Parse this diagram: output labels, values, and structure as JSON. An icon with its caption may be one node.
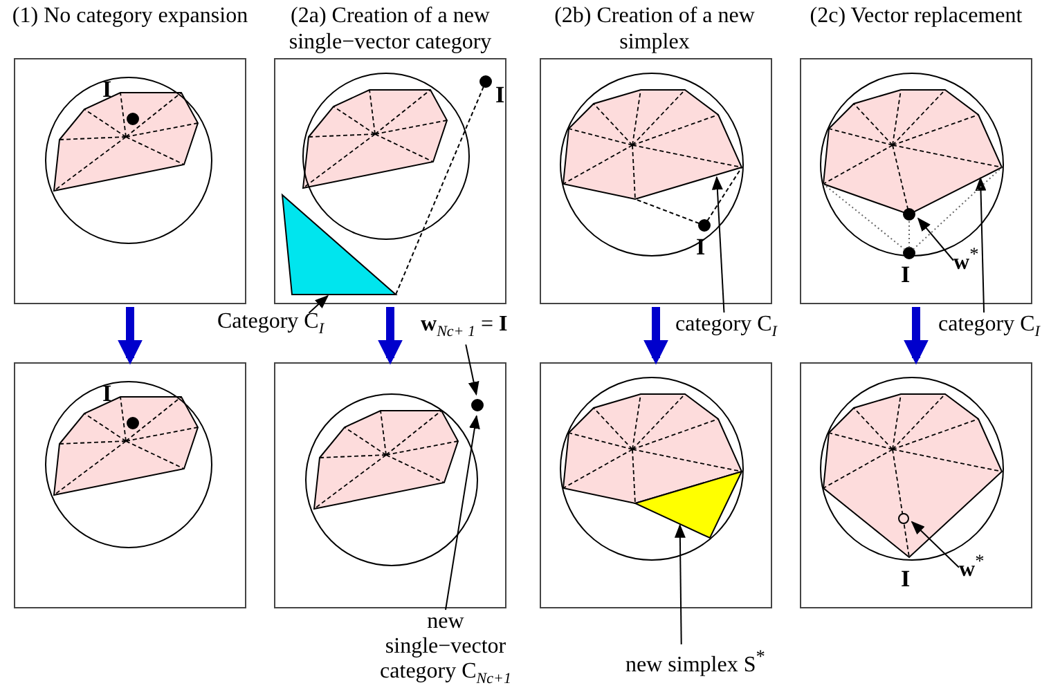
{
  "diagram": {
    "nodes": [
      {
        "text": [],
        "shape": "box"
      },
      {
        "text": [],
        "shape": "box"
      },
      {
        "text": [],
        "shape": "box"
      },
      {
        "text": [],
        "shape": "box"
      },
      {
        "text": [],
        "shape": "box"
      },
      {
        "text": [],
        "shape": "box"
      },
      {
        "text": [],
        "shape": "box"
      },
      {
        "text": [],
        "shape": "box"
      },
      {
        "text": [
          "Category C$_{I}$"
        ]
      },
      {
        "text": [],
        "shape": "triangle",
        "in": 2
      },
      {
        "text": [
          "**w**$_{Nc+ 1}$ = **I**"
        ]
      },
      {
        "text": [],
        "shape": "circle",
        "in": 3
      },
      {
        "text": [
          "new single−vector category C$_{Nc+1}$"
        ]
      },
      {
        "text": [
          "category C$_{I}$"
        ]
      },
      {
        "text": [],
        "shape": "polygon",
        "in": 4
      },
      {
        "text": [
          "category C$_{I}$"
        ]
      },
      {
        "text": [],
        "shape": "polygon",
        "in": 6
      },
      {
        "text": [
          "new simplex S$^{*}$"
        ]
      },
      {
        "text": [],
        "shape": "triangle",
        "in": 5
      },
      {
        "text": [
          "**w**$^{*}$"
        ],
        "in": 6
      },
      {
        "text": [],
        "shape": "circle",
        "in": 6
      },
      {
        "text": [
          "**w**$^{*}$"
        ],
        "in": 7
      },
      {
        "text": [],
        "shape": "circle",
        "in": 28
      },
      {
        "text": [],
        "shape": "polygon",
        "in": 0
      },
      {
        "text": [],
        "shape": "polygon",
        "in": 1
      },
      {
        "text": [],
        "shape": "polygon",
        "in": 2
      },
      {
        "text": [],
        "shape": "polygon",
        "in": 3
      },
      {
        "text": [],
        "shape": "polygon",
        "in": 5
      },
      {
        "text": [],
        "shape": "polygon",
        "in": 7
      },
      {
        "text": [],
        "shape": "circle",
        "in": 23
      },
      {
        "text": [],
        "shape": "circle",
        "in": 24
      },
      {
        "text": [],
        "shape": "circle",
        "in": 2
      },
      {
        "text": [],
        "shape": "circle",
        "in": 4
      },
      {
        "text": [],
        "shape": "circle",
        "in": 6
      }
    ],
    "edges": [
      {
        "from": 0,
        "to": 1,
        "arrow": "to",
        "style": "thick",
        "color": "#0000cc"
      },
      {
        "from": 2,
        "to": 3,
        "arrow": "to",
        "style": "thick",
        "color": "#0000cc"
      },
      {
        "from": 4,
        "to": 5,
        "arrow": "to",
        "style": "thick",
        "color": "#0000cc"
      },
      {
        "from": 6,
        "to": 7,
        "arrow": "to",
        "style": "thick",
        "color": "#0000cc"
      },
      {
        "from": 8,
        "to": 9,
        "arrow": "to"
      },
      {
        "from": 10,
        "to": 11,
        "arrow": "to"
      },
      {
        "from": 12,
        "to": 11,
        "arrow": "to"
      },
      {
        "from": 13,
        "to": 14,
        "arrow": "to"
      },
      {
        "from": 15,
        "to": 16,
        "arrow": "to"
      },
      {
        "from": 17,
        "to": 18,
        "arrow": "to"
      },
      {
        "from": 19,
        "to": 20,
        "arrow": "to"
      },
      {
        "from": 21,
        "to": 22,
        "arrow": "to"
      },
      {
        "from": 31,
        "to": 9,
        "arrow": "none",
        "style": "dashed"
      },
      {
        "from": 32,
        "to": 14,
        "arrow": "none",
        "style": "dashed"
      },
      {
        "from": 32,
        "to": 14,
        "arrow": "none",
        "style": "dashed"
      },
      {
        "from": 33,
        "to": 16,
        "arrow": "none",
        "style": "dashed",
        "color": "#666666"
      },
      {
        "from": 33,
        "to": 16,
        "arrow": "none",
        "style": "dashed",
        "color": "#666666"
      },
      {
        "from": 33,
        "to": 20,
        "arrow": "none",
        "style": "dashed",
        "color": "#666666"
      }
    ],
    "labels": [
      "(1) No category expansion",
      "(2a) Creation of a new single−vector category",
      "(2b) Creation of a new simplex",
      "(2c) Vector replacement",
      "I",
      "I",
      "I",
      "I",
      "I",
      "I"
    ]
  }
}
